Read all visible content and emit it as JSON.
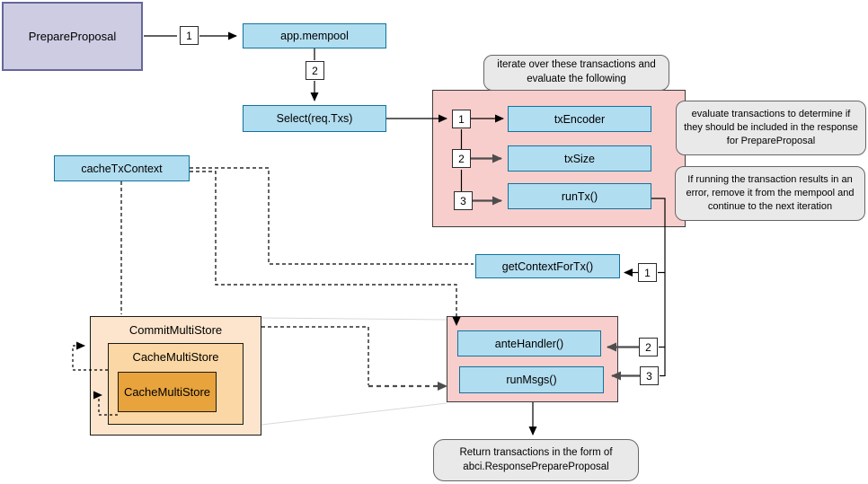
{
  "diagram": {
    "nodes": {
      "prepare_proposal": "PrepareProposal",
      "app_mempool": "app.mempool",
      "select_req_txs": "Select(req.Txs)",
      "tx_encoder": "txEncoder",
      "tx_size": "txSize",
      "run_tx": "runTx()",
      "cache_tx_context": "cacheTxContext",
      "get_context_for_tx": "getContextForTx()",
      "ante_handler": "anteHandler()",
      "run_msgs": "runMsgs()"
    },
    "stores": {
      "commit_multi_store": "CommitMultiStore",
      "cache_multi_store": "CacheMultiStore",
      "cache_multi_store_inner": "CacheMultiStore"
    },
    "badges": {
      "flow1": "1",
      "flow2": "2",
      "iter1": "1",
      "iter2": "2",
      "iter3": "3",
      "runtx1": "1",
      "runtx2": "2",
      "runtx3": "3"
    },
    "callouts": {
      "iterate": "iterate over these transactions and evaluate the following",
      "evaluate": "evaluate transactions to determine if they should be included in the response for PrepareProposal",
      "error": "If running the transaction results in an error, remove it from the mempool and continue to the next iteration",
      "return_note": "Return transactions in the form of abci.ResponsePrepareProposal"
    },
    "colors": {
      "node_fill": "#B1DDF0",
      "node_stroke": "#10739E",
      "start_fill": "#CDCCE3",
      "start_stroke": "#66669C",
      "group_pink": "#F8CECC",
      "store_outer": "#FCE5CC",
      "store_mid": "#FAD7A4",
      "store_inner": "#E8A33D",
      "callout_fill": "#E9E9E9"
    }
  }
}
